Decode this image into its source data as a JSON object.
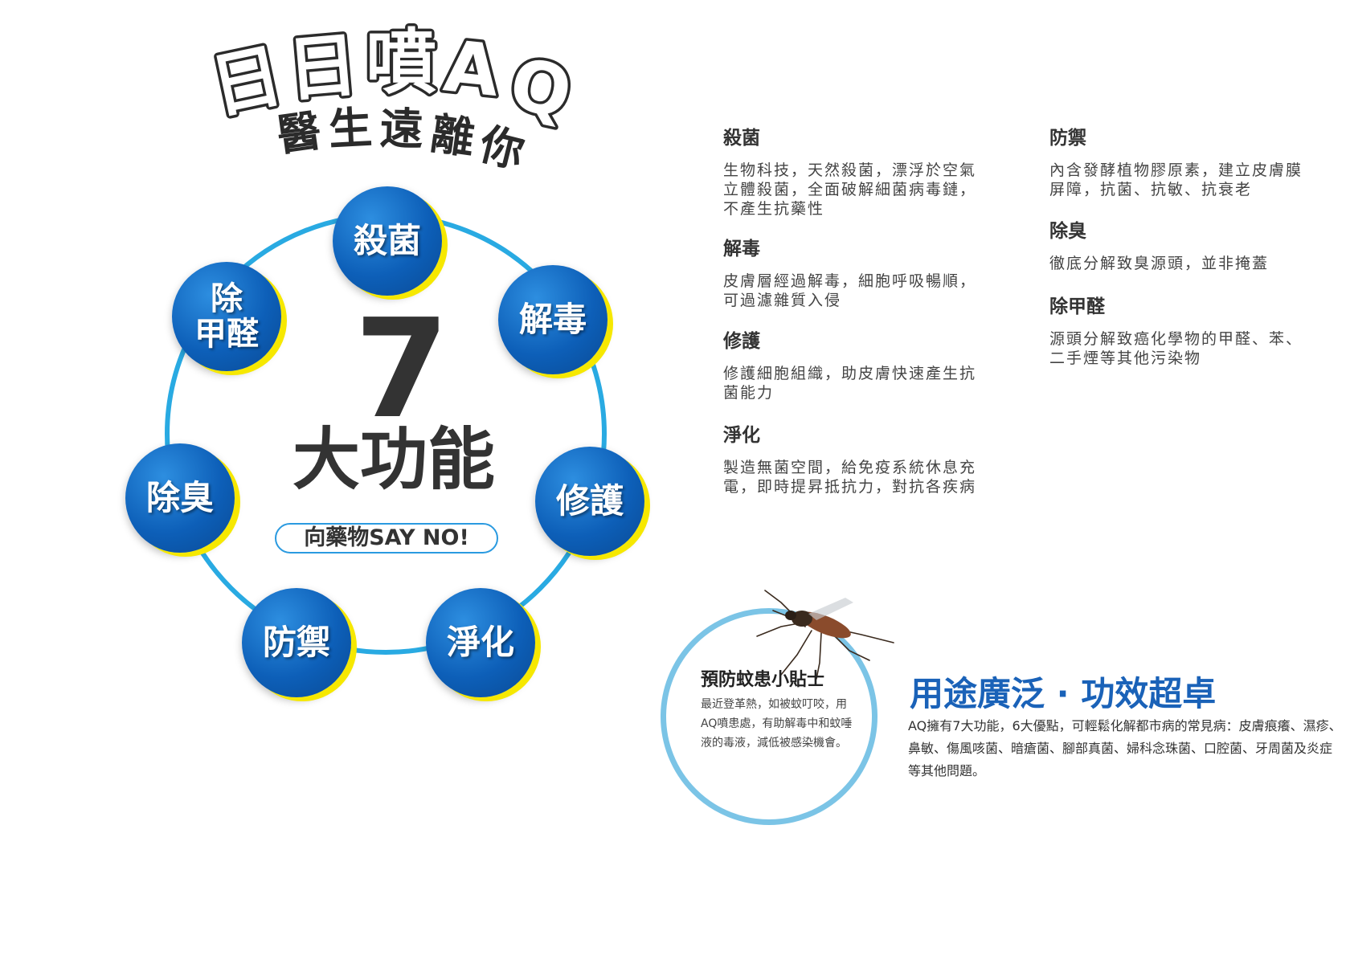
{
  "headline": {
    "line1_chars": [
      "日",
      "日",
      "噴",
      "A",
      "Q"
    ],
    "line2_chars": [
      "醫",
      "生",
      "遠",
      "離",
      "你"
    ]
  },
  "ring": {
    "count": "7",
    "title": "大功能",
    "slogan": "向藥物SAY NO!",
    "nodes": {
      "sterilize": "殺菌",
      "detox": "解毒",
      "repair": "修護",
      "purify": "淨化",
      "defend": "防禦",
      "deodorize": "除臭",
      "formaldehyde_line1": "除",
      "formaldehyde_line2": "甲醛"
    }
  },
  "features": [
    {
      "title": "殺菌",
      "desc": "生物科技，天然殺菌，漂浮於空氣立體殺菌，全面破解細菌病毒鏈，不產生抗藥性"
    },
    {
      "title": "解毒",
      "desc": "皮膚層經過解毒，細胞呼吸暢順，可過濾雜質入侵"
    },
    {
      "title": "修護",
      "desc": "修護細胞組織，助皮膚快速產生抗菌能力"
    },
    {
      "title": "淨化",
      "desc": "製造無菌空間，給免疫系統休息充電，即時提昇抵抗力，對抗各疾病"
    },
    {
      "title": "防禦",
      "desc": "內含發酵植物膠原素，建立皮膚膜屏障，抗菌、抗敏、抗衰老"
    },
    {
      "title": "除臭",
      "desc": "徹底分解致臭源頭，並非掩蓋"
    },
    {
      "title": "除甲醛",
      "desc": "源頭分解致癌化學物的甲醛、苯、二手煙等其他污染物"
    }
  ],
  "tip": {
    "title": "預防蚊患小貼士",
    "body": "最近登革熱，如被蚊叮咬，用AQ噴患處，有助解毒中和蚊唾液的毒液，減低被感染機會。"
  },
  "usage": {
    "title": "用途廣泛 · 功效超卓",
    "body": "AQ擁有7大功能，6大優點，可輕鬆化解都市病的常見病：皮膚痕癢、濕疹、鼻敏、傷風咳菌、暗瘡菌、腳部真菌、婦科念珠菌、口腔菌、牙周菌及炎症等其他問題。"
  },
  "colors": {
    "brand_blue": "#0d5fb8",
    "ring_blue": "#29aae2",
    "accent_yellow": "#f6e800",
    "title_blue": "#1a62b8"
  }
}
